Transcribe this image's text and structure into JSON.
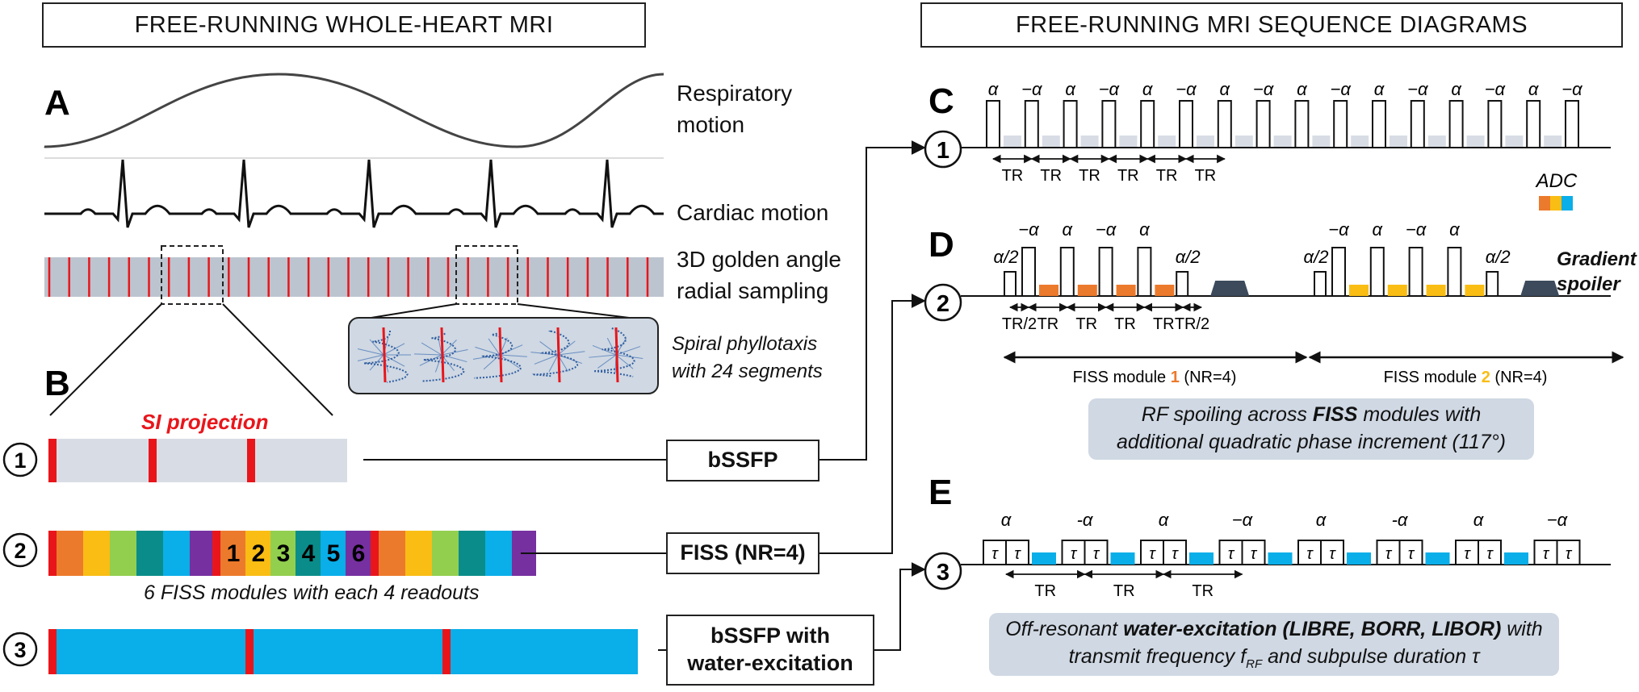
{
  "headers": {
    "left": "FREE-RUNNING WHOLE-HEART MRI",
    "right": "FREE-RUNNING MRI SEQUENCE DIAGRAMS"
  },
  "panels": {
    "a": "A",
    "b": "B",
    "c": "C",
    "d": "D",
    "e": "E"
  },
  "motion": {
    "respiratory_1": "Respiratory",
    "respiratory_2": "motion",
    "cardiac": "Cardiac motion",
    "sampling_1": "3D golden angle",
    "sampling_2": "radial sampling"
  },
  "phyllotaxis": {
    "line1": "Spiral phyllotaxis",
    "line2": "with 24 segments"
  },
  "rows": {
    "si_projection": "SI projection",
    "fiss_modules_caption": "6 FISS modules with each 4 readouts",
    "numbers": [
      "1",
      "2",
      "3"
    ],
    "fiss_digits": [
      "1",
      "2",
      "3",
      "4",
      "5",
      "6"
    ]
  },
  "sequences": {
    "bssfp": "bSSFP",
    "fiss": "FISS (NR=4)",
    "we_line1": "bSSFP with",
    "we_line2": "water-excitation"
  },
  "symbols": {
    "alpha": "α",
    "minus_alpha": "−α",
    "minus_alpha_e": "-α",
    "half_alpha": "α/2",
    "tr": "TR",
    "tr_half": "TR/2",
    "tau": "τ"
  },
  "panel_c": {
    "adc": "ADC"
  },
  "panel_d": {
    "gradient_1": "Gradient",
    "gradient_2": "spoiler",
    "module1_pre": "FISS module ",
    "module1_num": "1",
    "module1_post": " (NR=4)",
    "module2_pre": "FISS module ",
    "module2_num": "2",
    "module2_post": " (NR=4)",
    "note_1a": "RF spoiling across ",
    "note_1b": "FISS",
    "note_1c": " modules with",
    "note_2": "additional quadratic phase increment (117°)"
  },
  "panel_e": {
    "note_1a": "Off-resonant ",
    "note_1b": "water-excitation (LIBRE, BORR, LIBOR)",
    "note_1c": " with",
    "note_2a": "transmit frequency ",
    "note_2b": "f",
    "note_2c": "RF",
    "note_2d": " and subpulse duration τ"
  },
  "colors": {
    "red": "#e8161b",
    "sampling_bg": "#bcc4cf",
    "light_row": "#d8dde5",
    "blue": "#0aaee8",
    "orange": "#ec7a2c",
    "yellow": "#f9bd14",
    "green": "#92cf4f",
    "teal": "#0a8d8a",
    "purple": "#7630a0",
    "spoiler": "#3c4a5c",
    "note_bg": "#cfd8e3"
  }
}
